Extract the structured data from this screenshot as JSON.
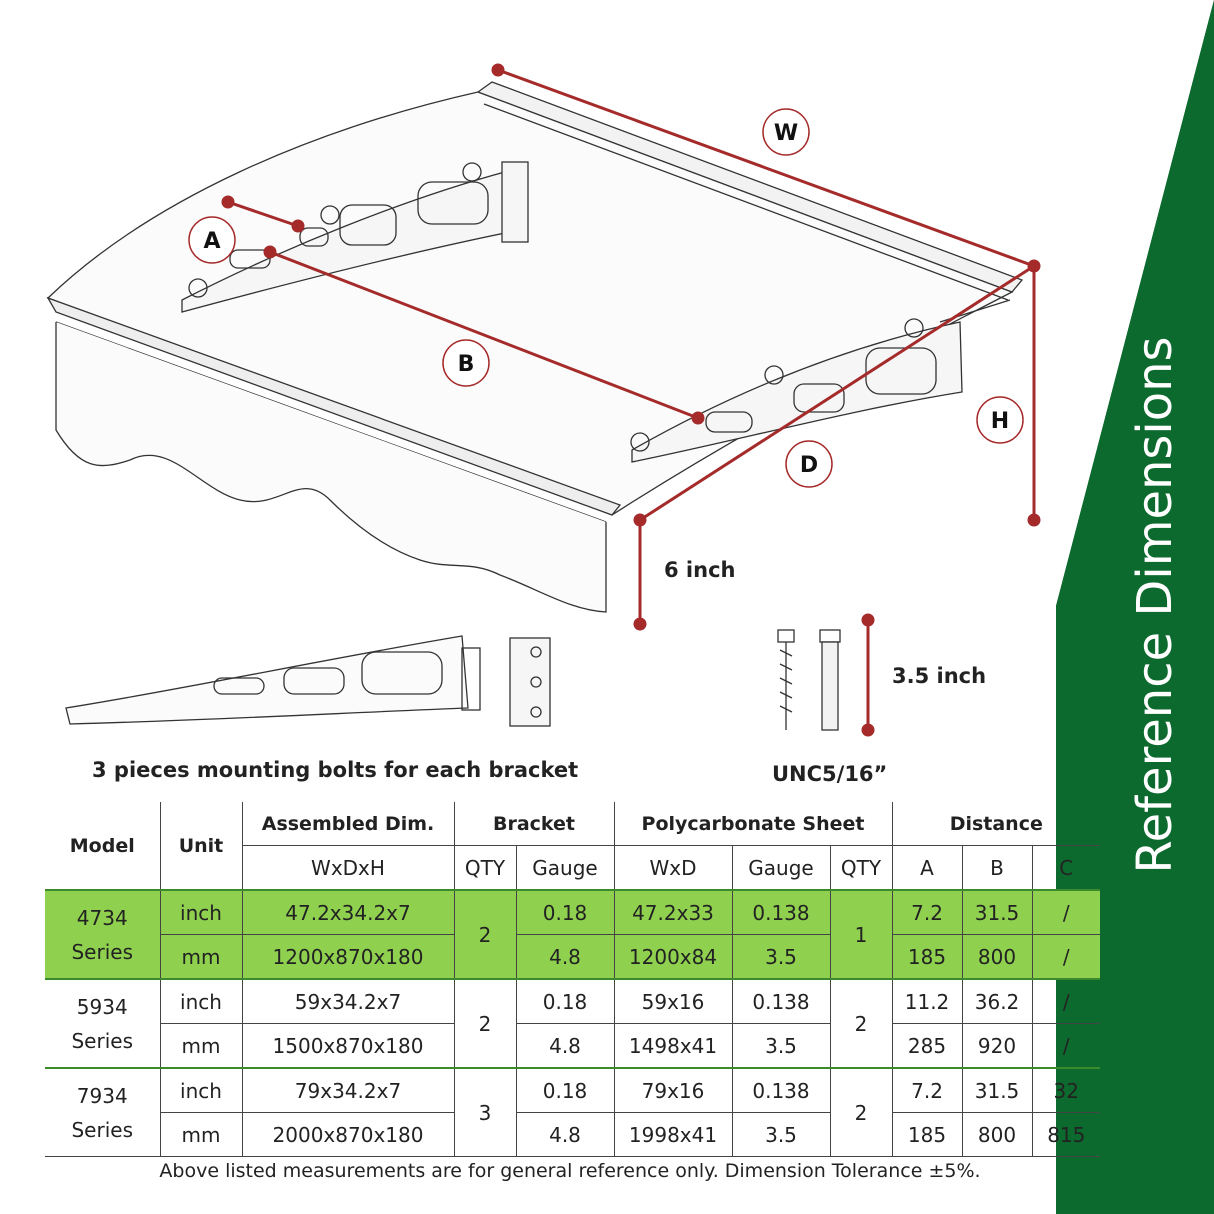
{
  "banner": {
    "title": "Reference Dimensions",
    "color": "#0d6a2e"
  },
  "diagram": {
    "labels": {
      "w": "W",
      "a": "A",
      "b": "B",
      "d": "D",
      "h": "H"
    },
    "six_inch": "6 inch",
    "three_five_inch": "3.5 inch",
    "bolt_spec": "UNC5/16”",
    "bracket_caption": "3 pieces mounting bolts for each bracket",
    "dimension_color": "#a52a2a"
  },
  "table": {
    "headers": {
      "model": "Model",
      "unit": "Unit",
      "assembled": "Assembled Dim.",
      "bracket": "Bracket",
      "sheet": "Polycarbonate Sheet",
      "distance": "Distance"
    },
    "subheaders": {
      "wxdxh": "WxDxH",
      "qty": "QTY",
      "gauge": "Gauge",
      "wxd": "WxD",
      "sheet_gauge": "Gauge",
      "sheet_qty": "QTY",
      "a": "A",
      "b": "B",
      "c": "C"
    },
    "rows": [
      {
        "model_line1": "4734",
        "model_line2": "Series",
        "bracket_qty": "2",
        "sheet_qty": "1",
        "inch": {
          "unit": "inch",
          "dim": "47.2x34.2x7",
          "gauge": "0.18",
          "wxd": "47.2x33",
          "sheet_gauge": "0.138",
          "a": "7.2",
          "b": "31.5",
          "c": "/"
        },
        "mm": {
          "unit": "mm",
          "dim": "1200x870x180",
          "gauge": "4.8",
          "wxd": "1200x84",
          "sheet_gauge": "3.5",
          "a": "185",
          "b": "800",
          "c": "/"
        }
      },
      {
        "model_line1": "5934",
        "model_line2": "Series",
        "bracket_qty": "2",
        "sheet_qty": "2",
        "inch": {
          "unit": "inch",
          "dim": "59x34.2x7",
          "gauge": "0.18",
          "wxd": "59x16",
          "sheet_gauge": "0.138",
          "a": "11.2",
          "b": "36.2",
          "c": "/"
        },
        "mm": {
          "unit": "mm",
          "dim": "1500x870x180",
          "gauge": "4.8",
          "wxd": "1498x41",
          "sheet_gauge": "3.5",
          "a": "285",
          "b": "920",
          "c": "/"
        }
      },
      {
        "model_line1": "7934",
        "model_line2": "Series",
        "bracket_qty": "3",
        "sheet_qty": "2",
        "inch": {
          "unit": "inch",
          "dim": "79x34.2x7",
          "gauge": "0.18",
          "wxd": "79x16",
          "sheet_gauge": "0.138",
          "a": "7.2",
          "b": "31.5",
          "c": "32"
        },
        "mm": {
          "unit": "mm",
          "dim": "2000x870x180",
          "gauge": "4.8",
          "wxd": "1998x41",
          "sheet_gauge": "3.5",
          "a": "185",
          "b": "800",
          "c": "815"
        }
      }
    ],
    "highlight_color": "#8fd14f"
  },
  "footnote": "Above listed measurements are for general reference only. Dimension Tolerance ±5%."
}
